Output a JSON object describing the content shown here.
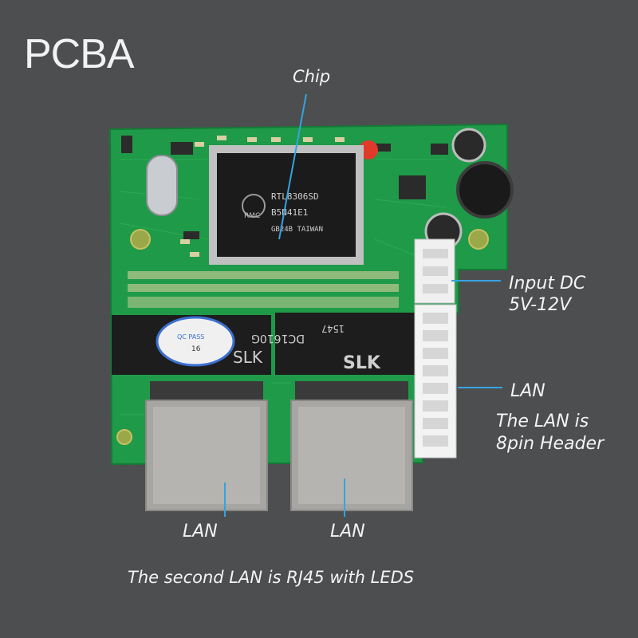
{
  "header": {
    "title": "PCBA"
  },
  "labels": {
    "chip": "Chip",
    "input_dc_line1": "Input DC",
    "input_dc_line2": "5V-12V",
    "lan_right": "LAN",
    "lan_note_line1": "The LAN is",
    "lan_note_line2": "8pin Header",
    "lan_left": "LAN",
    "lan_middle": "LAN",
    "bottom_note": "The second LAN is RJ45  with  LEDS"
  },
  "board": {
    "chip_text": [
      "RTL8306SD",
      "B5N41E1",
      "GB24B TAIWAN"
    ],
    "chip_logo": "RMC",
    "transformer_right_text": [
      "1547",
      "DC1610G",
      "SLK"
    ],
    "transformer_left_text": "SLK",
    "sticker_text": [
      "QC PASS",
      "16"
    ]
  },
  "colors": {
    "background": "#4d4e50",
    "pcb": "#1f9a48",
    "chip": "#1b1b1b",
    "label": "#f4f4f4",
    "pointer": "#35a3e0"
  }
}
